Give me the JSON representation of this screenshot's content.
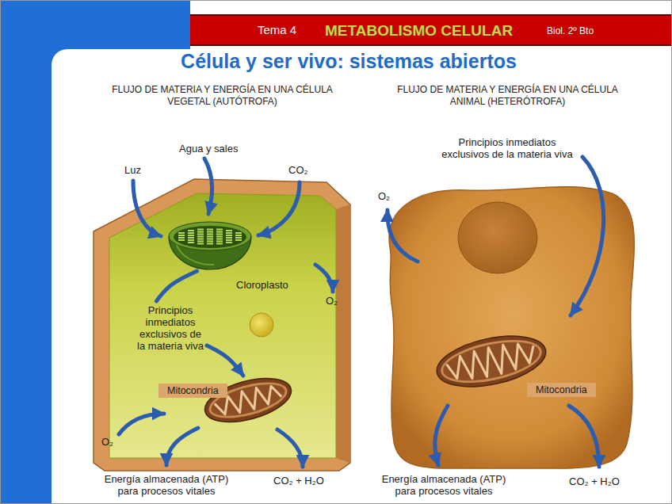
{
  "diagram": {
    "title": "Célula y ser vivo: sistemas abiertos",
    "nodes": [
      {
        "text": [
          "FLUJO DE MATERIA Y ENERGÍA EN UNA CÉLULA VEGETAL (AUTÓTROFA)"
        ]
      },
      {
        "text": [
          "Cloroplasto"
        ],
        "in": 0
      },
      {
        "text": [
          "Mitocondria"
        ],
        "in": 0
      },
      {
        "text": [
          "FLUJO DE MATERIA Y ENERGÍA EN UNA CÉLULA ANIMAL (HETERÓTROFA)"
        ]
      },
      {
        "text": [
          "Mitocondria"
        ],
        "in": 3
      }
    ],
    "edges": [
      {
        "from": 1,
        "to": 2,
        "arrow": "to",
        "label": "Principios inmediatos exclusivos de la materia viva"
      }
    ],
    "labels": [
      "Tema 4",
      "METABOLISMO CELULAR",
      "Biol. 2º Bto",
      "Agua y sales",
      "Luz",
      "CO₂",
      "O₂",
      "O₂",
      "Energía almacenada (ATP) para procesos vitales",
      "CO₂ + H₂O",
      "Principios inmediatos exclusivos de la materia viva",
      "O₂",
      "Energía almacenada (ATP) para procesos vitales",
      "CO₂ + H₂O"
    ]
  }
}
